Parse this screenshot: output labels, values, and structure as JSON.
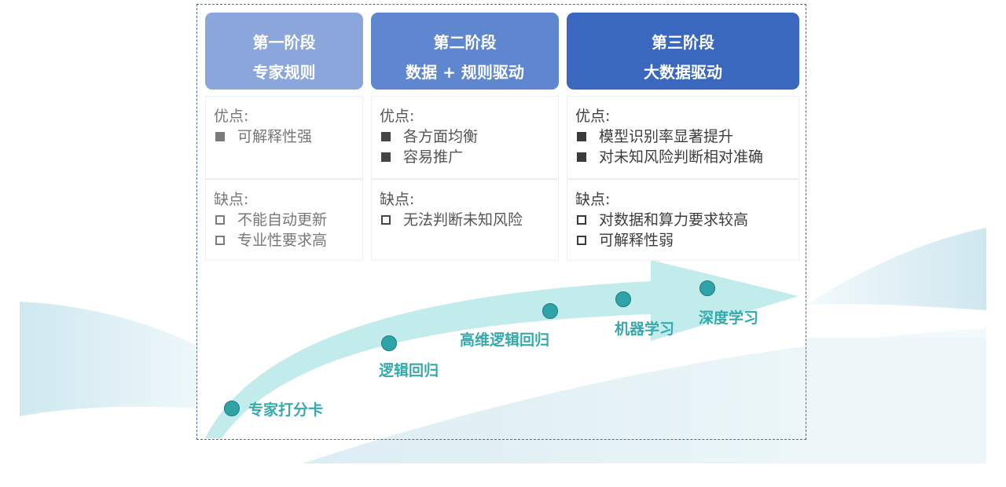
{
  "stages": [
    {
      "title": "第一阶段",
      "subtitle": "专家规则",
      "header_color": "#8aa6da",
      "pros_label": "优点:",
      "pros": [
        "可解释性强"
      ],
      "cons_label": "缺点:",
      "cons": [
        "不能自动更新",
        "专业性要求高"
      ]
    },
    {
      "title": "第二阶段",
      "subtitle": "数据 + 规则驱动",
      "header_color": "#5f87cf",
      "pros_label": "优点:",
      "pros": [
        "各方面均衡",
        "容易推广"
      ],
      "cons_label": "缺点:",
      "cons": [
        "无法判断未知风险"
      ]
    },
    {
      "title": "第三阶段",
      "subtitle": "大数据驱动",
      "header_color": "#3a68bf",
      "pros_label": "优点:",
      "pros": [
        "模型识别率显著提升",
        "对未知风险判断相对准确"
      ],
      "cons_label": "缺点:",
      "cons": [
        "对数据和算力要求较高",
        "可解释性弱"
      ]
    }
  ],
  "milestones": [
    {
      "label": "专家打分卡"
    },
    {
      "label": "逻辑回归"
    },
    {
      "label": "高维逻辑回归"
    },
    {
      "label": "机器学习"
    },
    {
      "label": "深度学习"
    }
  ],
  "colors": {
    "arrow": "#c2ecec",
    "node": "#2ea3a8",
    "milestone_text": "#36a9ad",
    "frame_border": "#4f6d93"
  }
}
